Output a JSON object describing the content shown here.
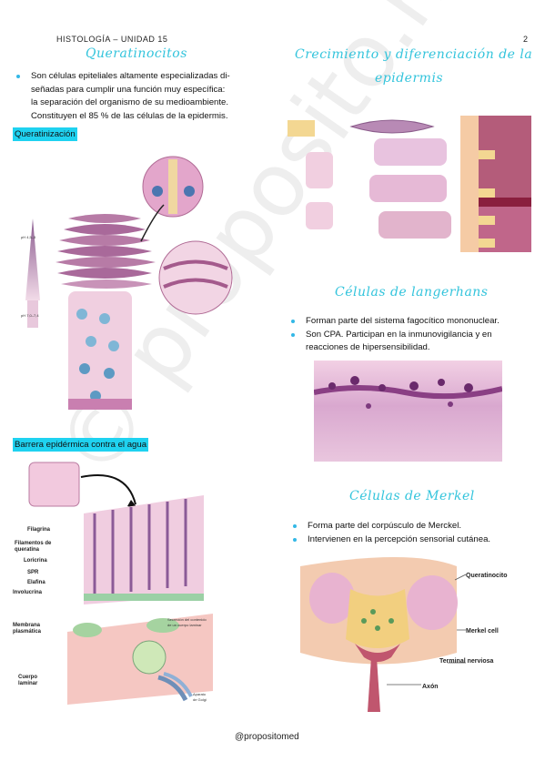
{
  "header": {
    "title": "HISTOLOGÍA – UNIDAD 15",
    "page_number": "2"
  },
  "left": {
    "queratinocitos": {
      "title": "Queratinocitos",
      "bullet": "Son células epiteliales altamente especializadas diseñadas para cumplir una función muy específica: la separación del organismo de su medioambiente. Constituyen el 85 % de las células de la epidermis.",
      "bullet_lines": [
        "Son células epiteliales altamente especializadas di-",
        "señadas para cumplir una función muy específica:",
        "la separación del organismo de su medioambiente.",
        "Constituyen el 85 % de las células de la epidermis."
      ]
    },
    "queratinizacion": {
      "label": "Queratinización"
    },
    "barrera": {
      "label": "Barrera epidérmica contra el agua"
    },
    "barrera_labels": [
      "Filagrina",
      "Filamentos de queratina",
      "Loricrina",
      "SPR",
      "Elafina",
      "Involucrina",
      "Membrana plasmática",
      "Cuerpo laminar",
      "Secreción del contenido de un cuerpo laminar",
      "Aparato de Golgi"
    ]
  },
  "right": {
    "crecimiento": {
      "title_line1": "Crecimiento y diferenciación de la",
      "title_line2": "epidermis"
    },
    "langerhans": {
      "title": "Células de langerhans",
      "bullets": [
        "Forman parte del sistema fagocítico mononuclear.",
        "Son CPA. Participan en la inmunovigilancia y en reacciones de hipersensibilidad."
      ],
      "bullet2_lines": [
        "Son CPA. Participan en la inmunovigilancia y en",
        "reacciones de hipersensibilidad."
      ]
    },
    "merkel": {
      "title": "Células de Merkel",
      "bullets": [
        "Forma parte del corpúsculo de Merckel.",
        "Intervienen en la percepción sensorial cutánea."
      ],
      "figure_labels": [
        "Queratinocito",
        "Merkel cell",
        "Terminal nerviosa",
        "Axón"
      ]
    }
  },
  "footer": {
    "handle": "@propositomed"
  },
  "watermark": "© proposito.med",
  "colors": {
    "title_cyan": "#33c4dc",
    "highlight": "#1fd2f0",
    "bullet": "#33b8e6"
  }
}
